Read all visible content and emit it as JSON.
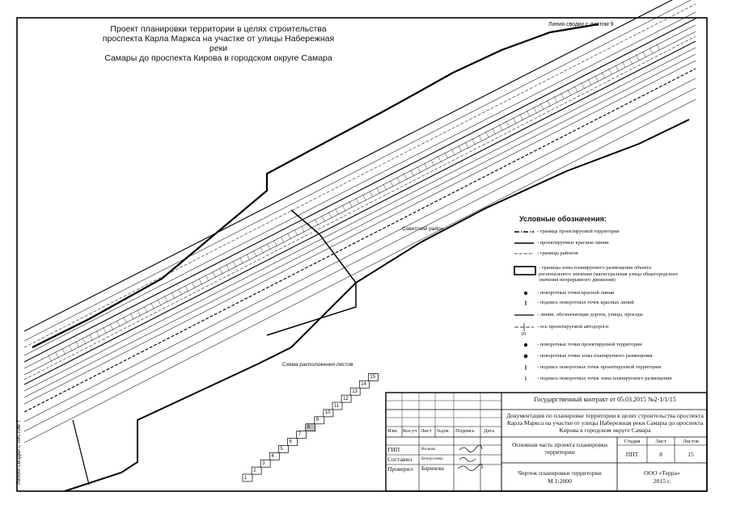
{
  "title_lines": [
    "Проект планировки территории в целях строительства",
    "проспекта Карла Маркса на участке от улицы Набережная реки",
    "Самары до проспекта Кирова в городском округе Самара"
  ],
  "match_line_top": "Линия сводки с листом 9",
  "match_line_left": "Линия сводки с листом 7",
  "district_label": "Советский район",
  "scheme_label": "Схема расположения листов",
  "sheet_numbers": [
    "1",
    "2",
    "3",
    "4",
    "5",
    "6",
    "7",
    "8",
    "9",
    "10",
    "11",
    "12",
    "13",
    "14",
    "15"
  ],
  "legend": {
    "title": "Условные обозначения:",
    "items": [
      "- граница проектируемой территории",
      "- проектируемые красные линии",
      "- границы районов",
      "- границы зоны планируемого размещения объекта регионального значения (магистральная улица общегородского значения непрерывного движения)",
      "- поворотные точки красной линии",
      "- подпись поворотных точек красных линий",
      "- линии, обозначающие дороги, улицы, проезды",
      "- ось проектируемой автодороги",
      "- поворотные точки проектируемой территории",
      "- поворотные точки зоны планируемого размещения",
      "- подпись поворотных точек проектируемой территории",
      "- подпись поворотных точек зоны планируемого размещения"
    ],
    "sym_1": "1",
    "sym_20": "20"
  },
  "stamp": {
    "contract": "Государственный контракт от 05.03.2015 №2-1/1/15",
    "doc_title": "Документация по планировке территории в целях строительства проспекта Карла Маркса на участке от улицы Набережная реки Самары до проспекта Кирова в городском округе Самара",
    "header_cells": [
      "Изм.",
      "Кол.уч",
      "Лист",
      "№док.",
      "Подпись",
      "Дата"
    ],
    "roles": [
      {
        "role": "ГИП",
        "name": "Волков"
      },
      {
        "role": "Составил",
        "name": "Белоусенко"
      },
      {
        "role": "Проверил",
        "name": "Баринова"
      }
    ],
    "part_title": "Основная часть проекта планировки территории",
    "stage_label": "Стадия",
    "sheet_label": "Лист",
    "sheets_label": "Листов",
    "stage_value": "ППТ",
    "sheet_value": "8",
    "sheets_value": "15",
    "drawing_title": "Чертеж планировки территории",
    "scale": "М 1:2000",
    "company": "ООО «Терра»",
    "year": "2015 г."
  }
}
